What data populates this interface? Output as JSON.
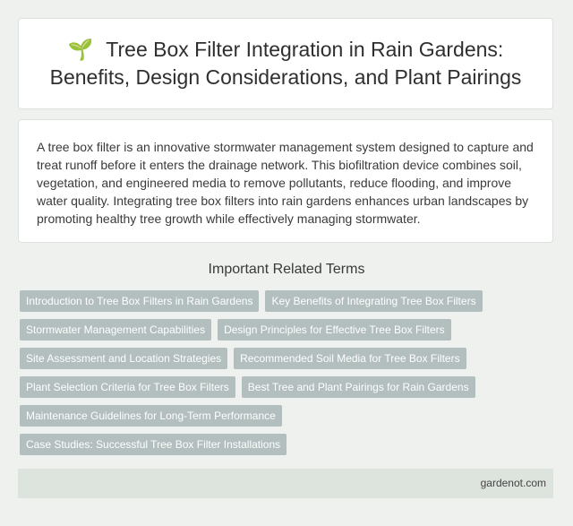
{
  "header": {
    "icon": "sprout-icon",
    "icon_glyph": "🌱",
    "title": "Tree Box Filter Integration in Rain Gardens: Benefits, Design Considerations, and Plant Pairings"
  },
  "intro": {
    "text": "A tree box filter is an innovative stormwater management system designed to capture and treat runoff before it enters the drainage network. This biofiltration device combines soil, vegetation, and engineered media to remove pollutants, reduce flooding, and improve water quality. Integrating tree box filters into rain gardens enhances urban landscapes by promoting healthy tree growth while effectively managing stormwater."
  },
  "related": {
    "heading": "Important Related Terms",
    "rows": [
      [
        "Introduction to Tree Box Filters in Rain Gardens",
        "Key Benefits of Integrating Tree Box Filters"
      ],
      [
        "Stormwater Management Capabilities",
        "Design Principles for Effective Tree Box Filters"
      ],
      [
        "Site Assessment and Location Strategies",
        "Recommended Soil Media for Tree Box Filters"
      ],
      [
        "Plant Selection Criteria for Tree Box Filters",
        "Best Tree and Plant Pairings for Rain Gardens"
      ],
      [
        "Maintenance Guidelines for Long-Term Performance"
      ],
      [
        "Case Studies: Successful Tree Box Filter Installations"
      ]
    ]
  },
  "footer": {
    "site": "gardenot.com"
  },
  "colors": {
    "page_bg": "#eef1ee",
    "tag_bg": "#b2bfbe",
    "footer_bg": "#dde3dd"
  }
}
